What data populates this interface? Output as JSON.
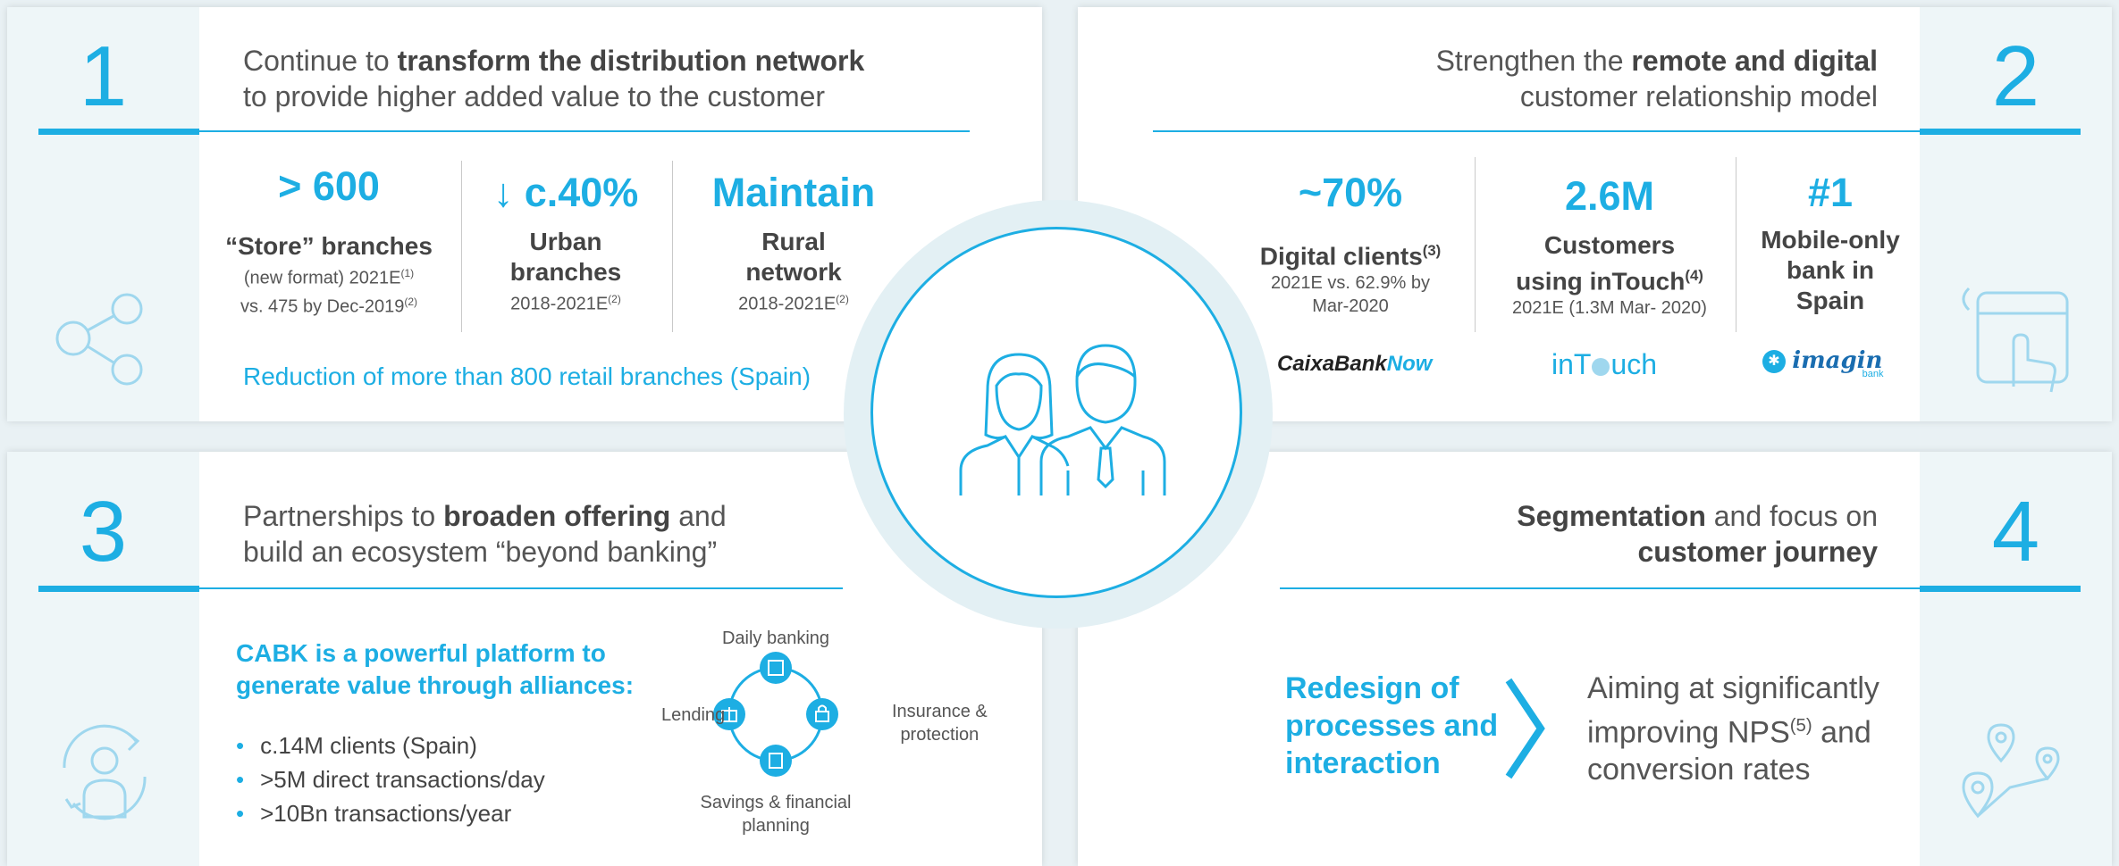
{
  "panel1": {
    "number": "1",
    "title_pre": "Continue to ",
    "title_bold": "transform the distribution network",
    "title_line2": "to provide higher added value to the customer",
    "metrics": [
      {
        "big": "> 600",
        "label": "“Store” branches",
        "sub1": "(new format) 2021E",
        "sub1_sup": "(1)",
        "sub2": "vs. 475 by Dec-2019",
        "sub2_sup": "(2)"
      },
      {
        "arrow": "↓",
        "big": "c.40%",
        "label1": "Urban",
        "label2": "branches",
        "sub": "2018-2021E",
        "sub_sup": "(2)"
      },
      {
        "big": "Maintain",
        "label1": "Rural",
        "label2": "network",
        "sub": "2018-2021E",
        "sub_sup": "(2)"
      }
    ],
    "footer": "Reduction of more than 800 retail branches (Spain)"
  },
  "panel2": {
    "number": "2",
    "title_pre": "Strengthen the ",
    "title_bold": "remote and digital",
    "title_line2": "customer relationship model",
    "metrics": [
      {
        "big": "~70%",
        "label": "Digital clients",
        "label_sup": "(3)",
        "sub1": "2021E vs. 62.9% by",
        "sub2": "Mar-2020",
        "logo": "CaixaBank",
        "logo_accent": "Now"
      },
      {
        "big": "2.6M",
        "label1": "Customers",
        "label2": "using inTouch",
        "label_sup": "(4)",
        "sub": "2021E (1.3M Mar- 2020)",
        "logo_pre": "inT",
        "logo_post": "uch"
      },
      {
        "big": "#1",
        "label1": "Mobile-only",
        "label2": "bank in",
        "label3": "Spain",
        "logo": "imagin",
        "logo_small": "bank"
      }
    ]
  },
  "panel3": {
    "number": "3",
    "title_pre": "Partnerships to ",
    "title_bold": "broaden offering",
    "title_post": " and",
    "title_line2": "build an ecosystem “beyond banking”",
    "headline1": "CABK is a powerful platform to",
    "headline2": "generate value through alliances:",
    "bullets": [
      "c.14M clients (Spain)",
      ">5M direct transactions/day",
      ">10Bn transactions/year"
    ],
    "cycle": {
      "top": "Daily banking",
      "left": "Lending",
      "right1": "Insurance &",
      "right2": "protection",
      "bottom1": "Savings & financial",
      "bottom2": "planning"
    }
  },
  "panel4": {
    "number": "4",
    "title_bold1": "Segmentation",
    "title_post1": " and focus on",
    "title_bold2": "customer journey",
    "left1": "Redesign of",
    "left2": "processes and",
    "left3": "interaction",
    "right1": "Aiming at significantly",
    "right2_pre": "improving NPS",
    "right2_sup": "(5)",
    "right2_post": " and",
    "right3": "conversion rates"
  },
  "colors": {
    "accent": "#1daee3",
    "text": "#444444",
    "side": "#eef6f8"
  }
}
